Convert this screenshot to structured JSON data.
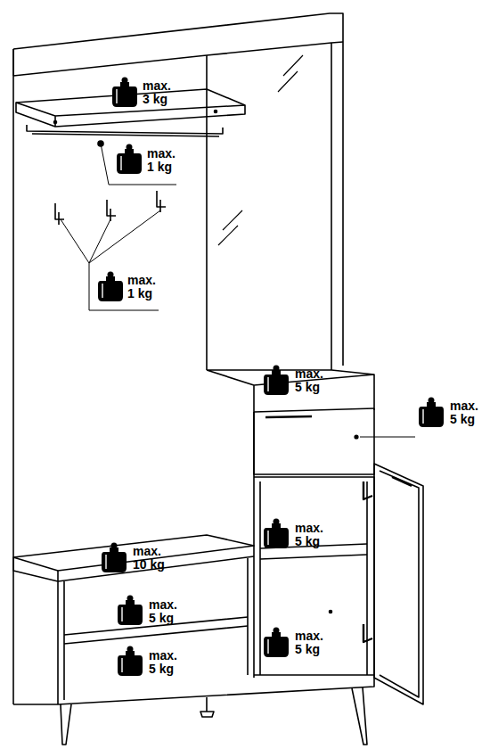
{
  "diagram": {
    "labels": [
      "max. 3 kg",
      "max. 1 kg",
      "max. 1 kg",
      "max. 5 kg",
      "max. 5 kg",
      "max. 5 kg",
      "max. 10 kg",
      "max. 5 kg",
      "max. 5 kg",
      "max. 5 kg"
    ]
  }
}
